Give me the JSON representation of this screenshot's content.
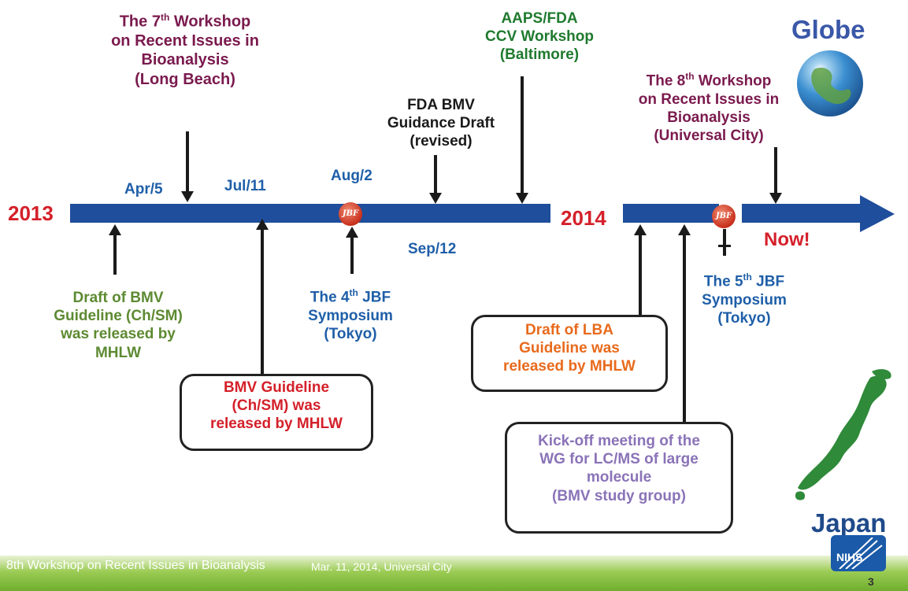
{
  "years": {
    "y2013": "2013",
    "y2014": "2014"
  },
  "dates": {
    "apr": "Apr/5",
    "jul": "Jul/11",
    "aug": "Aug/2",
    "sep": "Sep/12"
  },
  "now": "Now!",
  "jbf_logo": "JBF",
  "events": {
    "w7": {
      "l1": "The 7",
      "sup": "th",
      "l1b": " Workshop",
      "l2": "on Recent Issues in",
      "l3": "Bioanalysis",
      "l4": "(Long Beach)"
    },
    "fda": {
      "l1": "FDA BMV",
      "l2": "Guidance Draft",
      "l3": "(revised)"
    },
    "aaps": {
      "l1": "AAPS/FDA",
      "l2": "CCV Workshop",
      "l3": "(Baltimore)"
    },
    "w8": {
      "l1": "The 8",
      "sup": "th",
      "l1b": " Workshop",
      "l2": "on Recent Issues in",
      "l3": "Bioanalysis",
      "l4": "(Universal City)"
    },
    "draft_bmv": {
      "l1": "Draft of BMV",
      "l2": "Guideline (Ch/SM)",
      "l3": "was released by",
      "l4": "MHLW"
    },
    "jbf4": {
      "l1": "The 4",
      "sup": "th",
      "l1b": " JBF",
      "l2": "Symposium",
      "l3": "(Tokyo)"
    },
    "bmv": {
      "l1": "BMV Guideline",
      "l2": "(Ch/SM) was",
      "l3": "released by MHLW"
    },
    "lba": {
      "l1": "Draft of LBA",
      "l2": "Guideline was",
      "l3": "released by MHLW"
    },
    "kickoff": {
      "l1": "Kick-off meeting of the",
      "l2": "WG for LC/MS of large",
      "l3": "molecule",
      "l4": "(BMV study group)"
    },
    "jbf5": {
      "l1": "The 5",
      "sup": "th",
      "l1b": " JBF",
      "l2": "Symposium",
      "l3": "(Tokyo)"
    }
  },
  "globe_label": "Globe",
  "japan_label": "Japan",
  "nihs_logo": "NIHS",
  "footer": {
    "title": "8th Workshop on Recent Issues in Bioanalysis",
    "date": "Mar. 11, 2014, Universal City",
    "page": "3"
  },
  "colors": {
    "bar": "#1f4e9c",
    "year": "#d4202a",
    "date": "#1f5fa8",
    "footer": "#8cc04a"
  }
}
